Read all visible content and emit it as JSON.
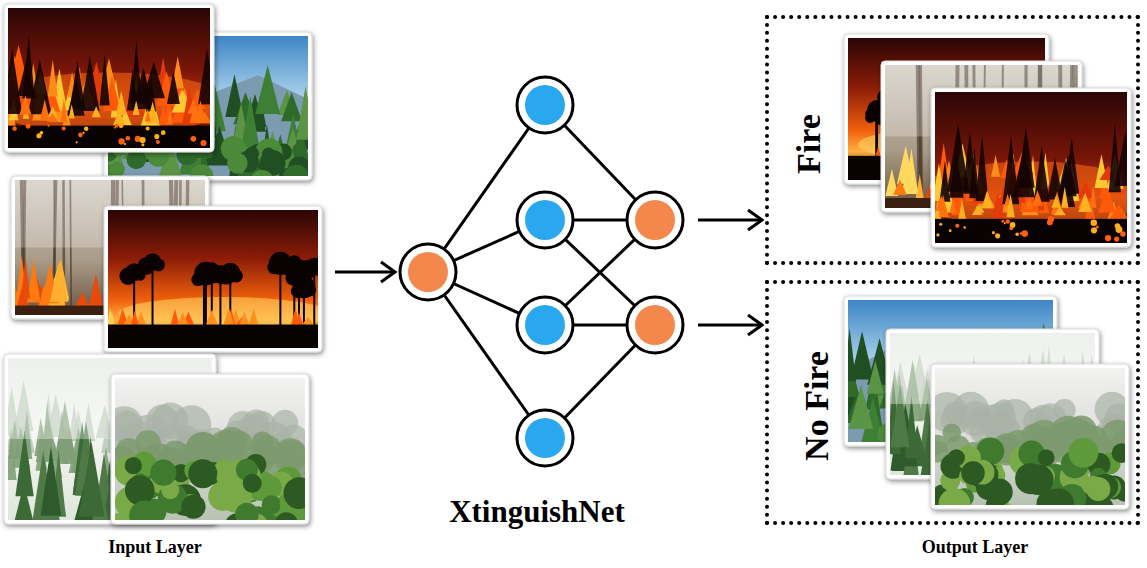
{
  "diagram": {
    "nodes": [
      {
        "text": [
          "Input Layer"
        ]
      },
      {
        "text": [
          "XtinguishNet"
        ]
      },
      {
        "text": [
          "Fire"
        ]
      },
      {
        "text": [
          "No Fire"
        ]
      }
    ],
    "edges": [
      {
        "from": 0,
        "to": 1,
        "arrow": "to"
      },
      {
        "from": 1,
        "to": 2,
        "arrow": "to"
      },
      {
        "from": 1,
        "to": 3,
        "arrow": "to"
      }
    ],
    "labels": [
      "Output Layer"
    ]
  }
}
